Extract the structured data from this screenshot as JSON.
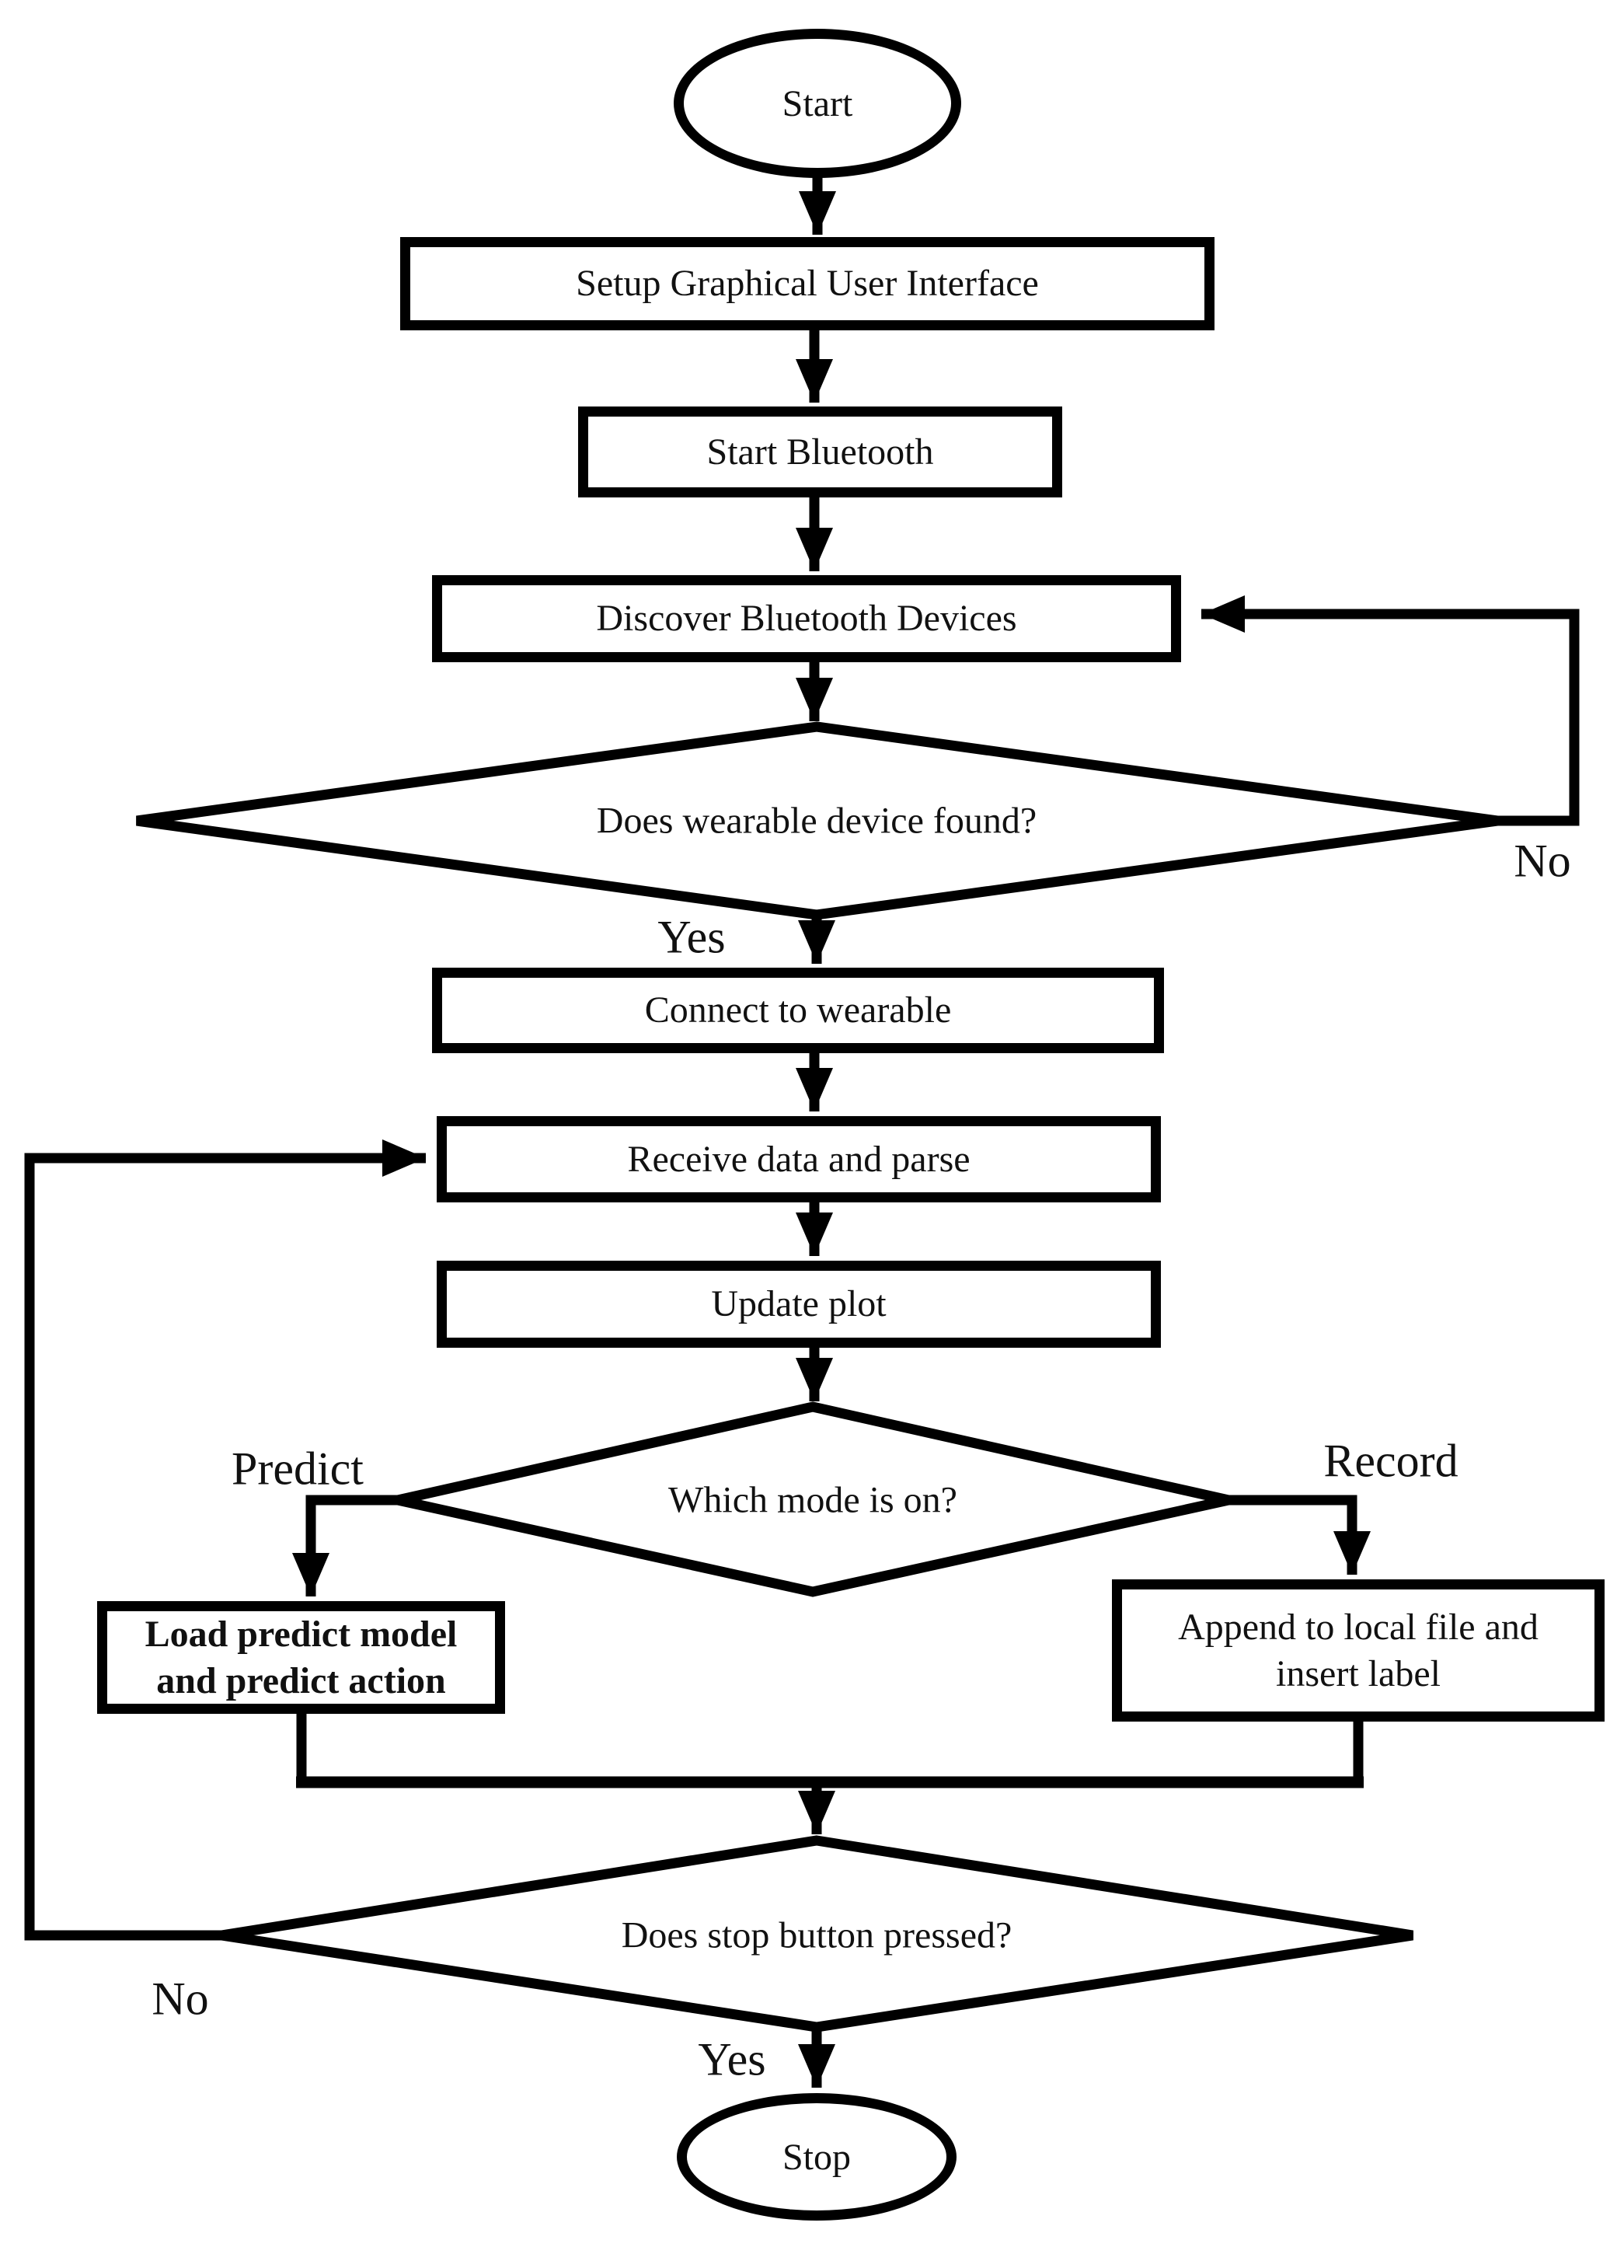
{
  "nodes": {
    "start": "Start",
    "setup_gui": "Setup Graphical User Interface",
    "start_bluetooth": "Start Bluetooth",
    "discover_devices": "Discover Bluetooth Devices",
    "wearable_found": "Does wearable device found?",
    "connect_wearable": "Connect to wearable",
    "receive_parse": "Receive data and parse",
    "update_plot": "Update plot",
    "mode_question": "Which mode is on?",
    "predict_action": "Load predict model and predict action",
    "record_action": "Append to local file and insert label",
    "stop_pressed": "Does stop button pressed?",
    "stop": "Stop"
  },
  "edge_labels": {
    "wearable_yes": "Yes",
    "wearable_no": "No",
    "mode_predict": "Predict",
    "mode_record": "Record",
    "stop_no": "No",
    "stop_yes": "Yes"
  },
  "colors": {
    "line": "#000000",
    "fill": "#ffffff",
    "text": "#111111"
  }
}
